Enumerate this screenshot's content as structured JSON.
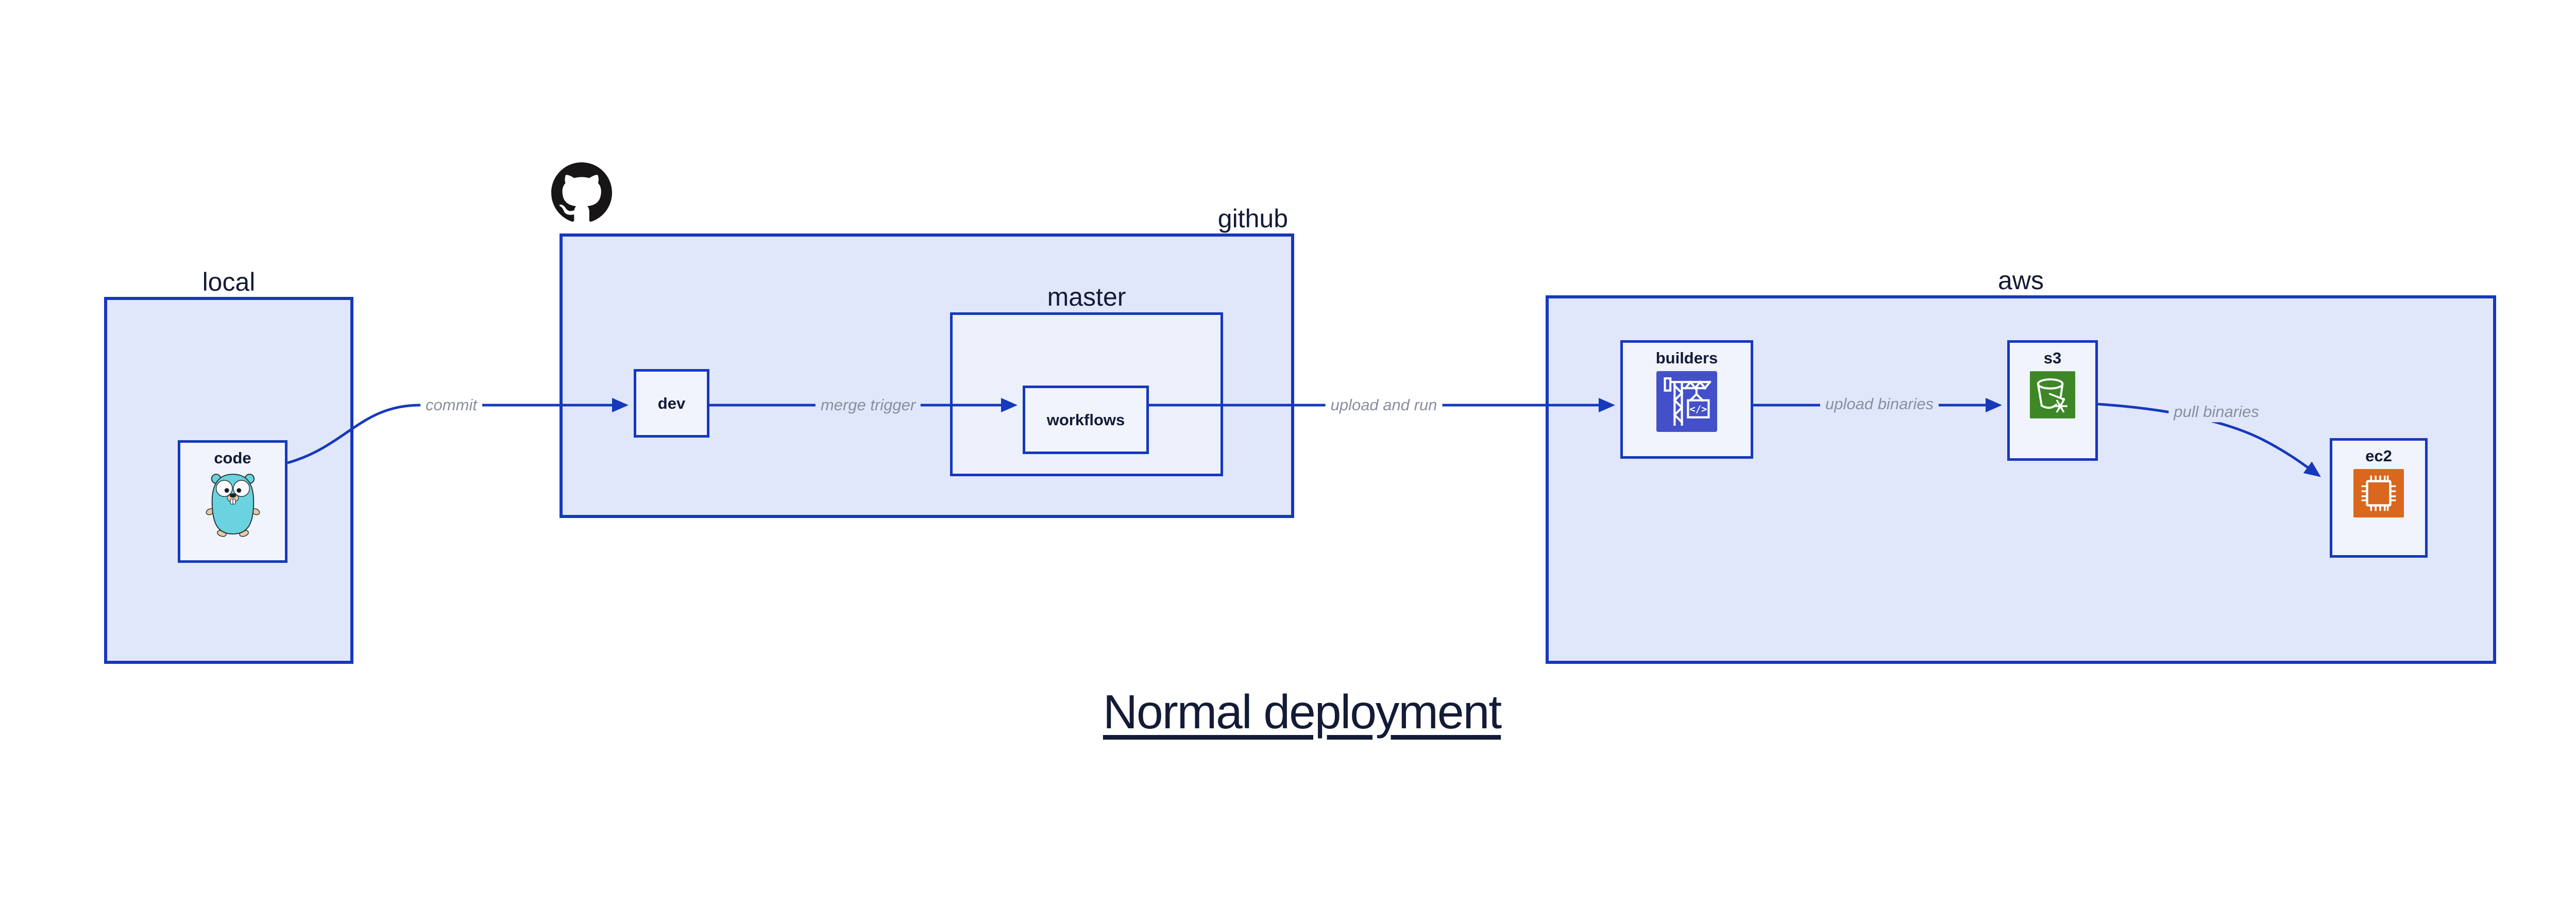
{
  "diagram": {
    "title": "Normal deployment",
    "containers": [
      {
        "id": "local",
        "label": "local"
      },
      {
        "id": "github",
        "label": "github"
      },
      {
        "id": "master",
        "label": "master"
      },
      {
        "id": "aws",
        "label": "aws"
      }
    ],
    "nodes": [
      {
        "id": "code",
        "label": "code",
        "icon": "go-gopher-icon"
      },
      {
        "id": "dev",
        "label": "dev",
        "icon": null
      },
      {
        "id": "workflows",
        "label": "workflows",
        "icon": null
      },
      {
        "id": "builders",
        "label": "builders",
        "icon": "codebuild-crane-icon"
      },
      {
        "id": "s3",
        "label": "s3",
        "icon": "s3-glacier-bucket-icon"
      },
      {
        "id": "ec2",
        "label": "ec2",
        "icon": "ec2-chip-icon"
      }
    ],
    "edges": [
      {
        "from": "code",
        "to": "dev",
        "label": "commit"
      },
      {
        "from": "dev",
        "to": "workflows",
        "label": "merge trigger"
      },
      {
        "from": "workflows",
        "to": "builders",
        "label": "upload and run"
      },
      {
        "from": "builders",
        "to": "s3",
        "label": "upload binaries"
      },
      {
        "from": "s3",
        "to": "ec2",
        "label": "pull binaries"
      }
    ],
    "icons": {
      "github_logo": "github-octocat-icon",
      "code_icon": "go-gopher-icon",
      "builders_icon": "codebuild-crane-icon",
      "s3_icon": "s3-glacier-bucket-icon",
      "ec2_icon": "ec2-chip-icon"
    },
    "colors": {
      "edge_and_border_blue": "#1638bd",
      "container_fill": "#e1e7fa",
      "master_fill": "#ecf0fb",
      "node_fill": "#f1f4fd",
      "text_navy": "#131b36",
      "edge_label_gray": "#87909f",
      "builders_icon_bg": "#4450c9",
      "s3_icon_bg": "#3e8727",
      "ec2_icon_bg": "#d9671e",
      "github_logo_black": "#171515",
      "gopher_teal": "#6bd3e0"
    }
  }
}
